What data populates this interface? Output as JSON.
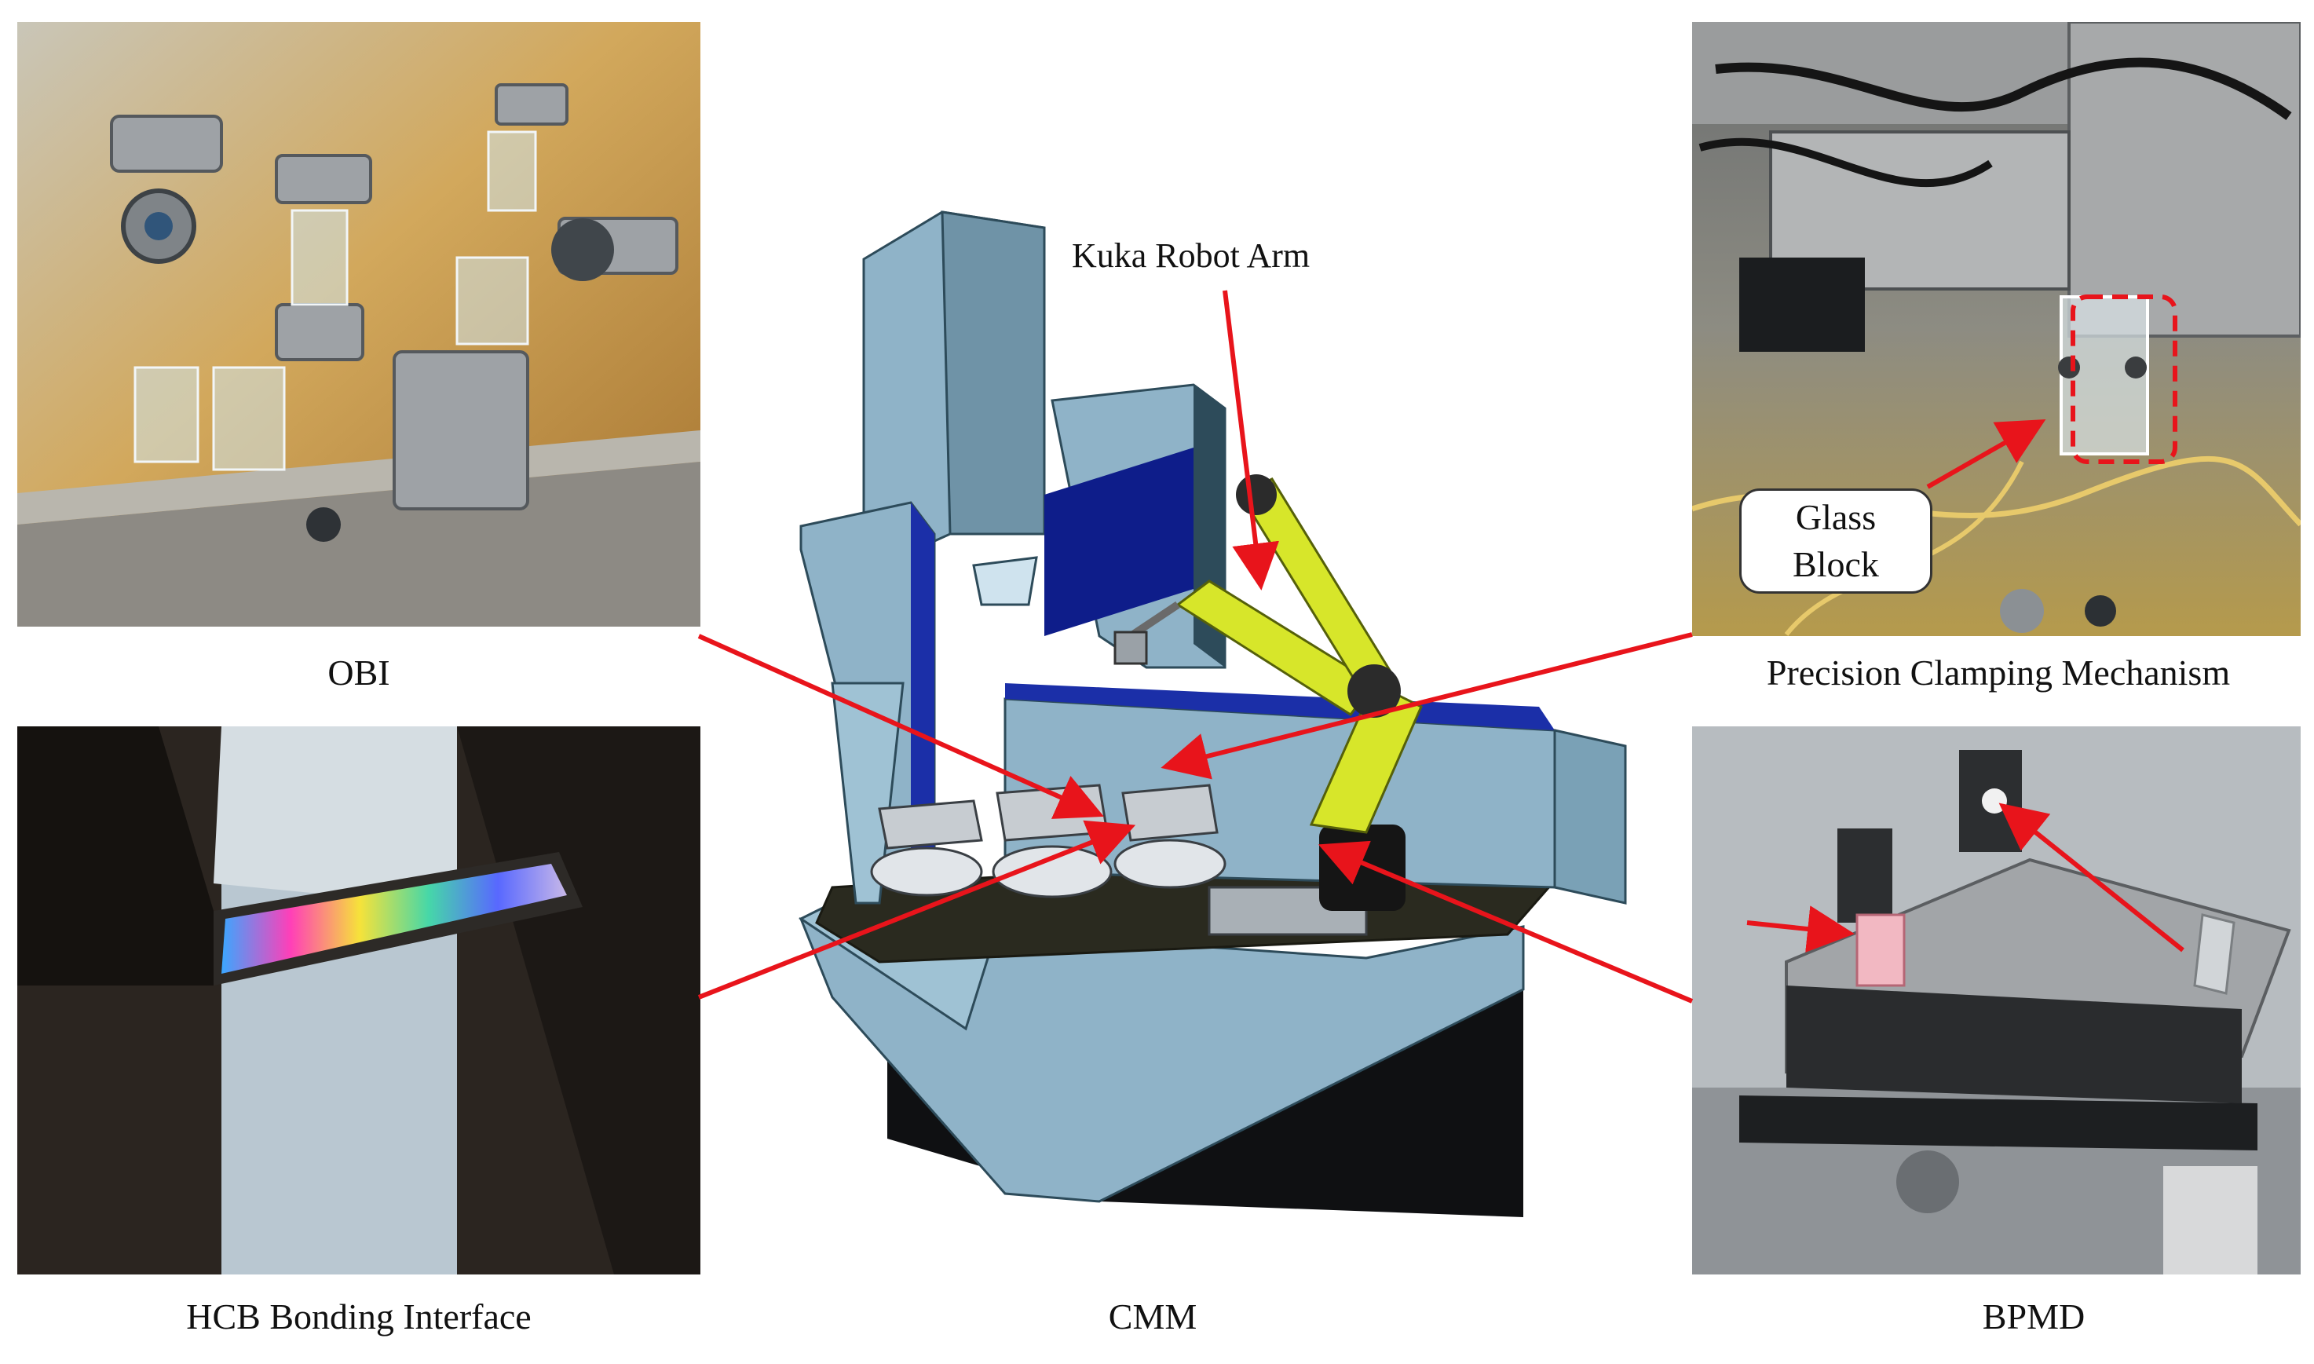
{
  "captions": {
    "obi": "OBI",
    "hcb": "HCB Bonding Interface",
    "cmm": "CMM",
    "clamping": "Precision Clamping Mechanism",
    "bpmd": "BPMD"
  },
  "labels": {
    "kuka": "Kuka Robot Arm",
    "glass_line1": "Glass",
    "glass_line2": "Block"
  },
  "colors": {
    "arrow": "#e8141b",
    "machine_body": "#8fb3c8",
    "machine_dark": "#2d4b5a",
    "robot": "#d7e62a",
    "base": "#111111"
  }
}
